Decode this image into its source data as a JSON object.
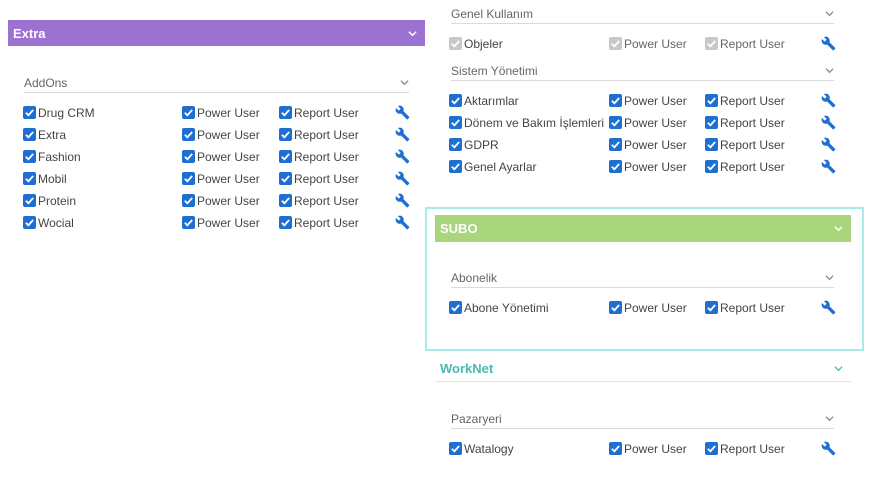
{
  "panels": {
    "extra": {
      "title": "Extra",
      "color": "#9b72d2"
    },
    "subo": {
      "title": "SUBO",
      "color": "#a9d57c"
    },
    "worknet": {
      "title": "WorkNet",
      "color": "#49b9b2"
    }
  },
  "groups": {
    "addons": "AddOns",
    "genel": "Genel Kullanım",
    "sistem": "Sistem Yönetimi",
    "abonelik": "Abonelik",
    "pazaryeri": "Pazaryeri"
  },
  "roles": {
    "power": "Power User",
    "report": "Report User"
  },
  "addons_rows": [
    {
      "label": "Drug CRM"
    },
    {
      "label": "Extra"
    },
    {
      "label": "Fashion"
    },
    {
      "label": "Mobil"
    },
    {
      "label": "Protein"
    },
    {
      "label": "Wocial"
    }
  ],
  "genel_rows": [
    {
      "label": "Objeler"
    }
  ],
  "sistem_rows": [
    {
      "label": "Aktarımlar"
    },
    {
      "label": "Dönem ve Bakım İşlemleri"
    },
    {
      "label": "GDPR"
    },
    {
      "label": "Genel Ayarlar"
    }
  ],
  "abonelik_rows": [
    {
      "label": "Abone Yönetimi"
    }
  ],
  "pazaryeri_rows": [
    {
      "label": "Watalogy"
    }
  ],
  "icons": {
    "checkbox": "check-icon",
    "wrench": "wrench-icon",
    "chevron": "chevron-down-icon"
  }
}
